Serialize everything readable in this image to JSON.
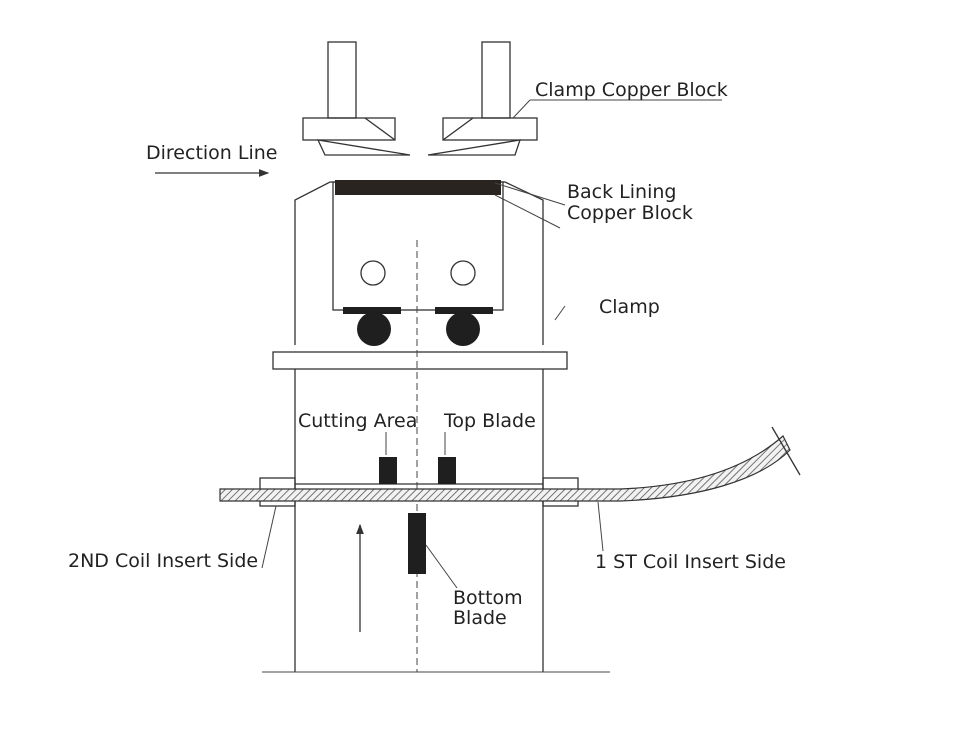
{
  "labels": {
    "clamp_copper_block": "Clamp Copper Block",
    "direction_line": "Direction Line",
    "back_lining_1": "Back Lining",
    "back_lining_2": "Copper Block",
    "clamp": "Clamp",
    "cutting_area": "Cutting Area",
    "top_blade": "Top Blade",
    "second_coil_insert_side": "2ND Coil Insert Side",
    "first_coil_insert_side": "1 ST Coil Insert Side",
    "bottom_blade_1": "Bottom",
    "bottom_blade_2": "Blade"
  },
  "colors": {
    "line": "#333333",
    "solid_part": "#1f1f1f",
    "hatch": "#555555",
    "background": "#ffffff"
  }
}
